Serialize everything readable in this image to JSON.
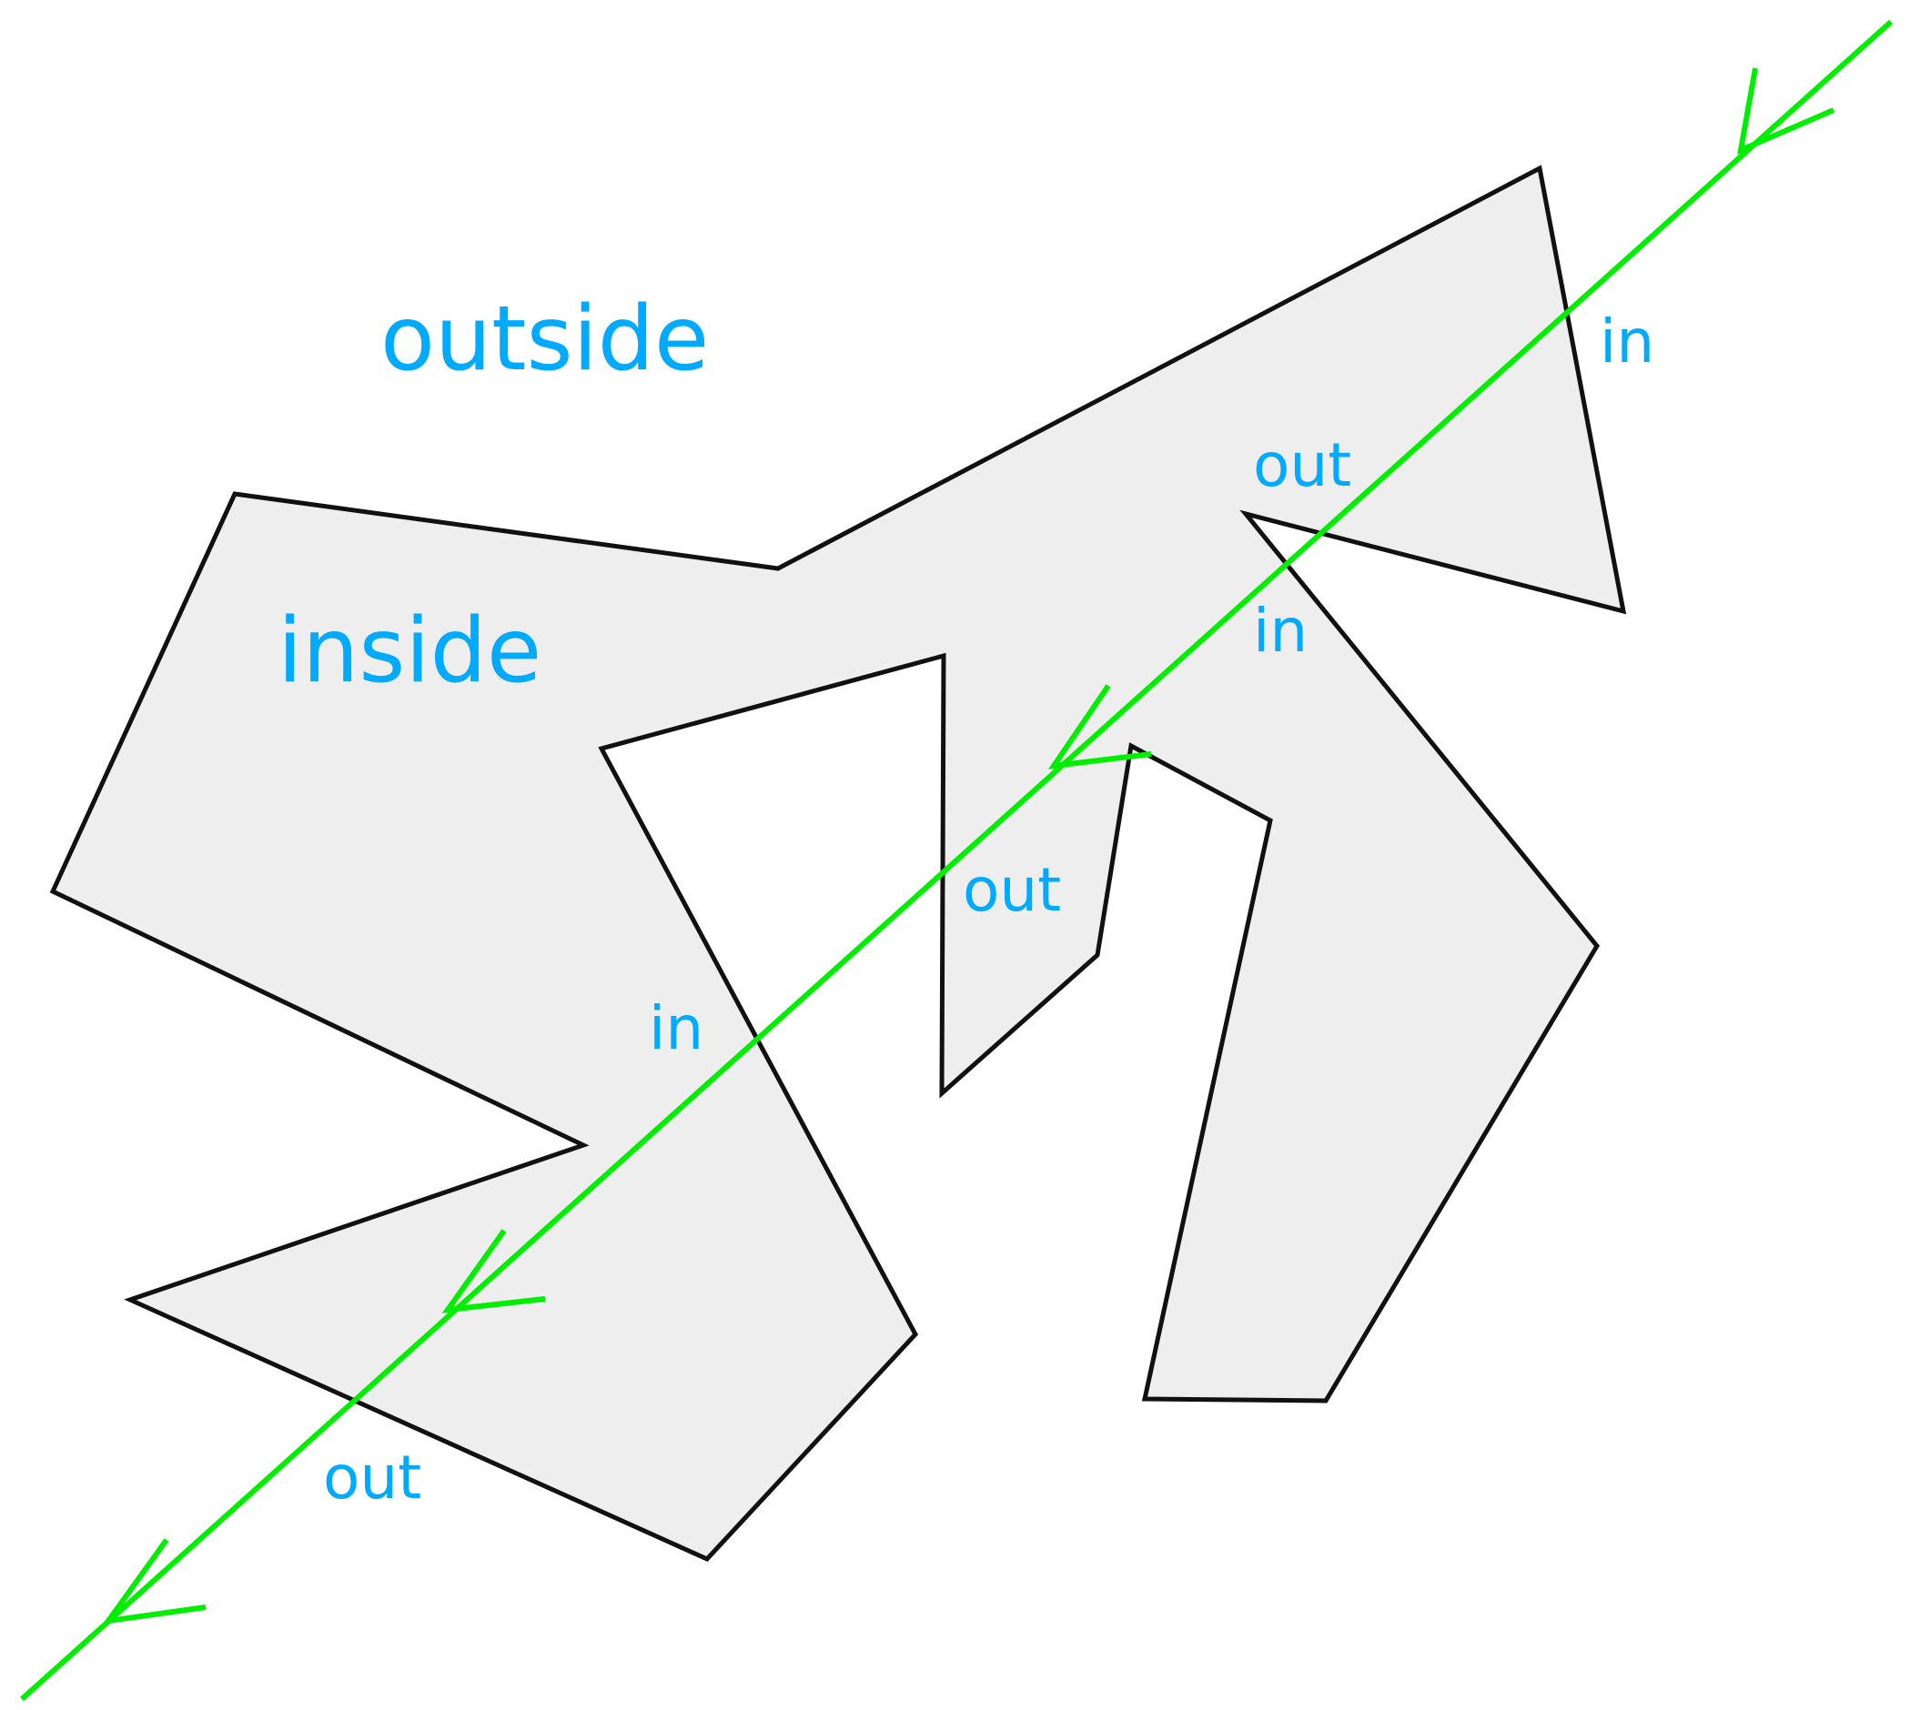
{
  "diagram": {
    "region_labels": {
      "outside": "outside",
      "inside": "inside"
    },
    "crossing_labels": [
      "in",
      "out",
      "in",
      "out",
      "in",
      "out"
    ],
    "colors": {
      "polygon_fill": "#eeeeee",
      "polygon_stroke": "#111111",
      "ray": "#00ee00",
      "label_text": "#00aaff",
      "background": "#ffffff"
    }
  }
}
